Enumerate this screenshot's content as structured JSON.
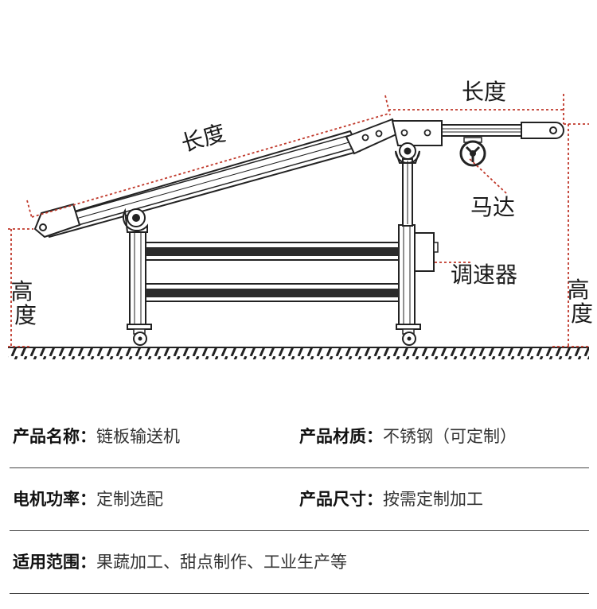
{
  "diagram": {
    "labels": {
      "length_incline": "长度",
      "length_top": "长度",
      "motor": "马达",
      "speed_controller": "调速器",
      "height_left": "高度",
      "height_right": "高度"
    },
    "colors": {
      "dimension_line": "#c0392b",
      "frame": "#222222",
      "belt": "#2b2b2b"
    }
  },
  "specs": [
    {
      "key": "产品名称：",
      "value": "链板输送机"
    },
    {
      "key": "产品材质：",
      "value": "不锈钢（可定制）"
    },
    {
      "key": "电机功率：",
      "value": "定制选配"
    },
    {
      "key": "产品尺寸：",
      "value": "按需定制加工"
    },
    {
      "key": "适用范围：",
      "value": "果蔬加工、甜点制作、工业生产等"
    }
  ]
}
